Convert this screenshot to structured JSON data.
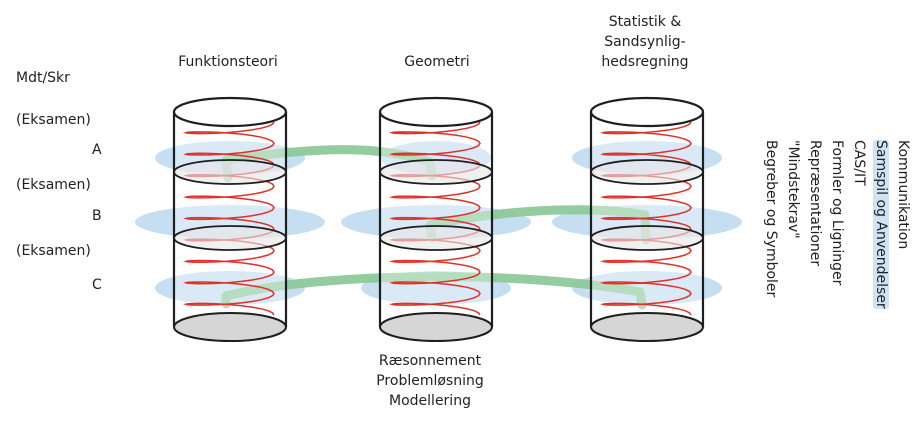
{
  "level_labels": {
    "header": "Mdt/Skr",
    "rows": [
      "(Eksamen)",
      "A",
      "(Eksamen)",
      "B",
      "(Eksamen)",
      "C"
    ]
  },
  "columns": [
    {
      "title_lines": [
        "Funktionsteori"
      ]
    },
    {
      "title_lines": [
        "Geometri"
      ]
    },
    {
      "title_lines": [
        "Statistik &",
        "Sandsynlig-",
        "hedsregning"
      ]
    }
  ],
  "bottom_labels": [
    "Ræsonnement",
    "Problemløsning",
    "Modellering"
  ],
  "side_labels": [
    {
      "text": "Kommunikation",
      "highlight": false
    },
    {
      "text": "Samspil og Anvendelser",
      "highlight": true
    },
    {
      "text": "CAS/IT",
      "highlight": false
    },
    {
      "text": "Formler og Ligninger",
      "highlight": false
    },
    {
      "text": "Repræsentationer",
      "highlight": false
    },
    {
      "text": "\"Mindstekrav\"",
      "highlight": false
    },
    {
      "text": "Begreber og Symboler",
      "highlight": false
    }
  ],
  "colors": {
    "ellipse": "#bcd8f0",
    "spiral": "#e0302a",
    "connector": "#8cc99a",
    "outline": "#1e1e1e"
  }
}
